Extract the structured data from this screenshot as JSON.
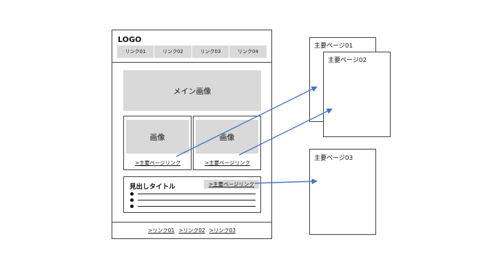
{
  "wireframe": {
    "logo": "LOGO",
    "nav_links": [
      "リンク01",
      "リンク02",
      "リンク03",
      "リンク04"
    ],
    "main_image_label": "メイン画像",
    "cards": [
      {
        "image_label": "画像",
        "link_text": ">主要ページリンク"
      },
      {
        "image_label": "画像",
        "link_text": ">主要ページリンク"
      }
    ],
    "section": {
      "heading": "見出しタイトル",
      "link_text": ">主要ページリンク",
      "bullet_count": 3
    },
    "footer_links": [
      ">リンク01",
      ">リンク02",
      ">リンク03"
    ]
  },
  "pages": [
    {
      "title": "主要ページ01"
    },
    {
      "title": "主要ページ02"
    },
    {
      "title": "主要ページ03"
    }
  ],
  "colors": {
    "frame": "#3a3a3a",
    "placeholder": "#d9d9d9",
    "arrow": "#4472c4"
  }
}
